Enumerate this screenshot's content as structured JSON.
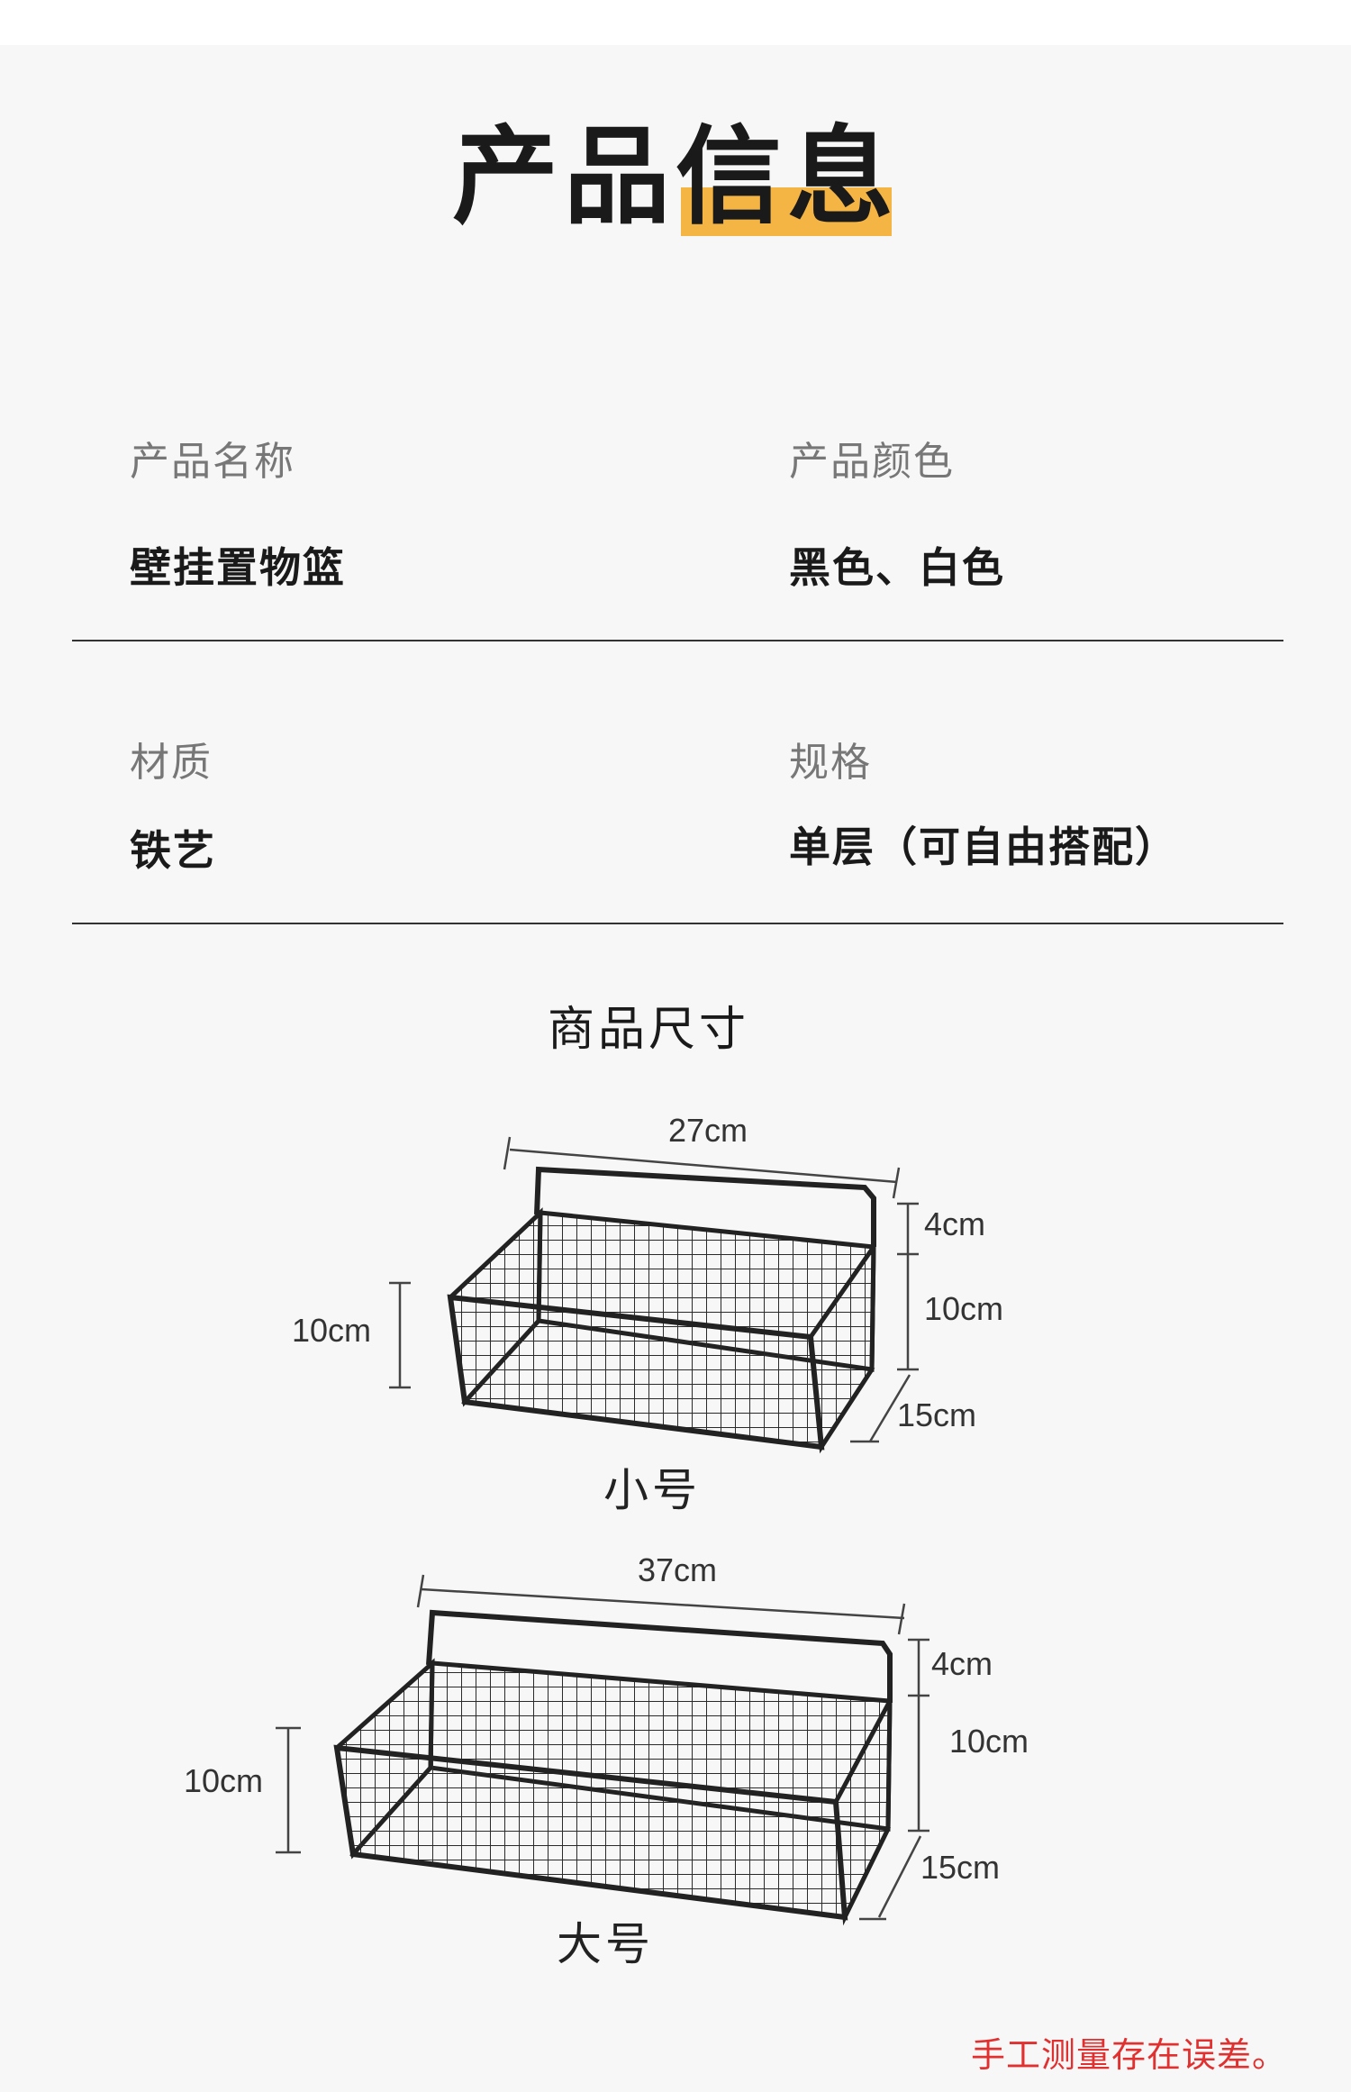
{
  "page_title": "产品信息",
  "info": {
    "name_label": "产品名称",
    "name_value": "壁挂置物篮",
    "color_label": "产品颜色",
    "color_value": "黑色、白色",
    "material_label": "材质",
    "material_value": "铁艺",
    "spec_label": "规格",
    "spec_value": "单层（可自由搭配）"
  },
  "size_section": {
    "title": "商品尺寸",
    "small": {
      "caption": "小号",
      "width": "27cm",
      "handle": "4cm",
      "body_height": "10cm",
      "side_height": "10cm",
      "depth": "15cm"
    },
    "large": {
      "caption": "大号",
      "width": "37cm",
      "handle": "4cm",
      "body_height": "10cm",
      "side_height": "10cm",
      "depth": "15cm"
    }
  },
  "footnote": "手工测量存在误差。",
  "colors": {
    "background": "#f7f7f7",
    "highlight": "#f4b545",
    "footnote": "#e03030"
  }
}
